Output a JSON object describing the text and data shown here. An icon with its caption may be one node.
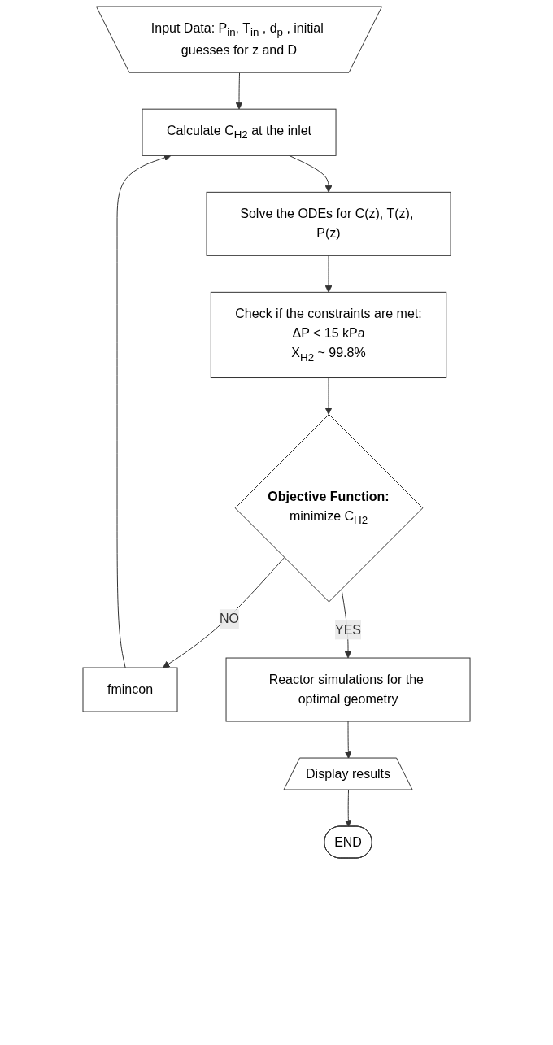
{
  "diagram": {
    "nodes": [
      {
        "text": [
          "Input Data: P$_{in}$, T$_{in}$ , d$_{p}$ , initial guesses for z and D"
        ]
      },
      {
        "text": [
          "Calculate C$_{H2}$ at the inlet"
        ]
      },
      {
        "text": [
          "Solve the ODEs for C(z), T(z), P(z)"
        ]
      },
      {
        "text": [
          "Check if the constraints are met:",
          "ΔP < 15 kPa",
          "X$_{H2}$ ~ 99.8%"
        ]
      },
      {
        "text": [
          "Objective Function:",
          "minimize C$_{H2}$"
        ]
      },
      {
        "text": [
          "fmincon"
        ]
      },
      {
        "text": [
          "Reactor simulations for the optimal geometry"
        ]
      },
      {
        "text": [
          "Display results"
        ]
      },
      {
        "text": [
          "END"
        ]
      }
    ],
    "edges": [
      {
        "from": 0,
        "to": 1,
        "arrow": "to"
      },
      {
        "from": 1,
        "to": 2,
        "arrow": "to"
      },
      {
        "from": 2,
        "to": 3,
        "arrow": "to"
      },
      {
        "from": 3,
        "to": 4,
        "arrow": "to"
      },
      {
        "from": 4,
        "to": 5,
        "arrow": "to",
        "label": "NO"
      },
      {
        "from": 5,
        "to": 1,
        "arrow": "to"
      },
      {
        "from": 4,
        "to": 6,
        "arrow": "to",
        "label": "YES"
      },
      {
        "from": 6,
        "to": 7,
        "arrow": "to"
      },
      {
        "from": 7,
        "to": 8,
        "arrow": "to"
      }
    ]
  }
}
